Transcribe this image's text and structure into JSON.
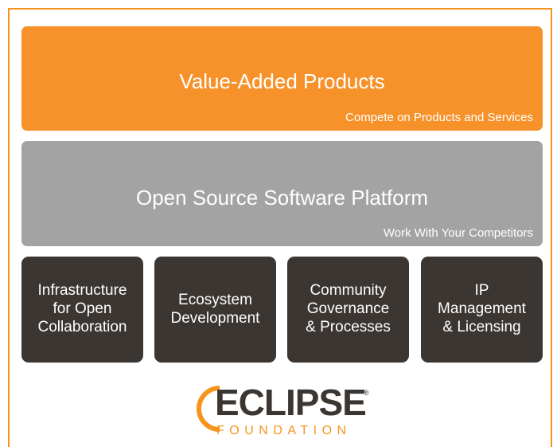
{
  "colors": {
    "orange": "#f7922b",
    "gray": "#a3a3a3",
    "dark": "#3b3632",
    "border": "#f7941d"
  },
  "top_layer": {
    "title": "Value-Added Products",
    "subtitle": "Compete on Products and Services"
  },
  "middle_layer": {
    "title": "Open Source Software Platform",
    "subtitle": "Work With Your Competitors"
  },
  "pillars": [
    {
      "label": "Infrastructure\nfor Open\nCollaboration"
    },
    {
      "label": "Ecosystem\nDevelopment"
    },
    {
      "label": "Community\nGovernance\n& Processes"
    },
    {
      "label": "IP\nManagement\n& Licensing"
    }
  ],
  "logo": {
    "name": "ECLIPSE",
    "registered": "®",
    "tagline": "FOUNDATION"
  }
}
